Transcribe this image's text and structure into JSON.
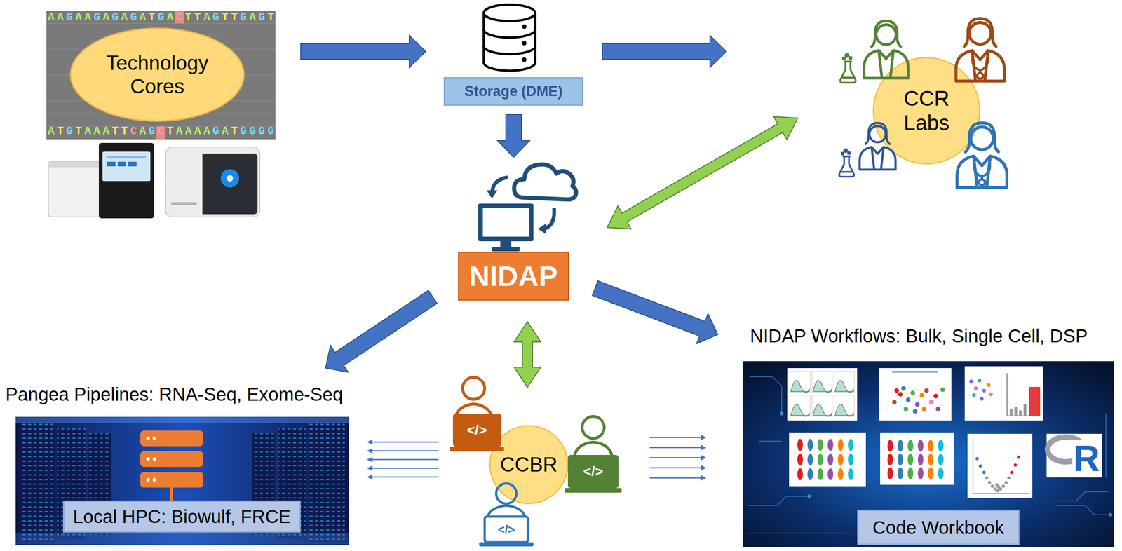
{
  "diagram": {
    "nodes": [
      {
        "text": [
          "Technology Cores"
        ]
      },
      {
        "text": [
          "Storage (DME)"
        ]
      },
      {
        "text": [
          "CCR Labs"
        ]
      },
      {
        "text": [
          "NIDAP"
        ]
      },
      {
        "text": [
          "Pangea Pipelines: RNA-Seq, Exome-Seq"
        ]
      },
      {
        "text": [
          "Local HPC: Biowulf, FRCE"
        ],
        "in": 4
      },
      {
        "text": [
          "CCBR"
        ]
      },
      {
        "text": [
          "NIDAP Workflows: Bulk, Single Cell, DSP"
        ]
      },
      {
        "text": [
          "Code Workbook"
        ],
        "in": 7
      }
    ],
    "edges": [
      {
        "from": 0,
        "to": 1,
        "arrow": "to"
      },
      {
        "from": 1,
        "to": 3,
        "arrow": "to"
      },
      {
        "from": 1,
        "to": 2,
        "arrow": "to"
      },
      {
        "from": 3,
        "to": 2,
        "arrow": "both"
      },
      {
        "from": 3,
        "to": 4,
        "arrow": "to"
      },
      {
        "from": 3,
        "to": 7,
        "arrow": "to"
      },
      {
        "from": 3,
        "to": 6,
        "arrow": "both"
      },
      {
        "from": 6,
        "to": 4,
        "arrow": "to"
      },
      {
        "from": 6,
        "to": 7,
        "arrow": "to"
      }
    ],
    "labels": [
      "AAGAAGAGAGATGACTTAGTTGAGT",
      "ATGTAAATTCAGCTAAAAGATGGGG",
      "</>",
      "</>",
      "</>",
      "R"
    ]
  }
}
